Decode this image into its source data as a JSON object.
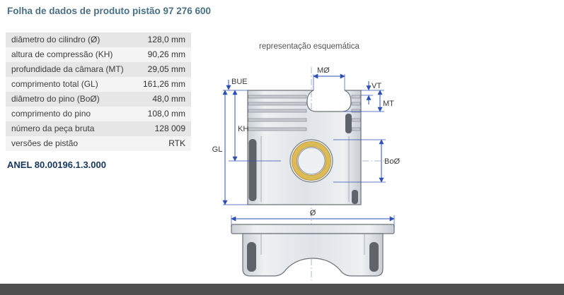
{
  "header": {
    "title": "Folha de dados de produto pistão 97 276 600"
  },
  "table": {
    "rows": [
      {
        "label": "diâmetro do cilindro (Ø)",
        "value": "128,0 mm"
      },
      {
        "label": "altura de compressão (KH)",
        "value": "90,26 mm"
      },
      {
        "label": "profundidade da câmara (MT)",
        "value": "29,05 mm"
      },
      {
        "label": "comprimento total (GL)",
        "value": "161,26 mm"
      },
      {
        "label": "diâmetro do pino (BoØ)",
        "value": "48,0 mm"
      },
      {
        "label": "comprimento do pino",
        "value": "108,0 mm"
      },
      {
        "label": "número da peça bruta",
        "value": "128 009"
      },
      {
        "label": "versões de pistão",
        "value": "RTK"
      }
    ]
  },
  "anel": {
    "label": "ANEL 80.00196.1.3.000"
  },
  "diagram": {
    "caption": "representação esquemática",
    "labels": {
      "bue": "BUE",
      "mo": "MØ",
      "vt": "VT",
      "mt": "MT",
      "kh": "KH",
      "gl": "GL",
      "bod": "BoØ",
      "dia": "Ø"
    }
  },
  "colors": {
    "dimension_blue": "#2c50b4",
    "pin_ring_gold": "#dcba55",
    "title_blue": "#4a7086",
    "link_navy": "#17365d",
    "row_stripe_gray": "#e6e6e6",
    "footer_gray": "#4f4f4f"
  }
}
